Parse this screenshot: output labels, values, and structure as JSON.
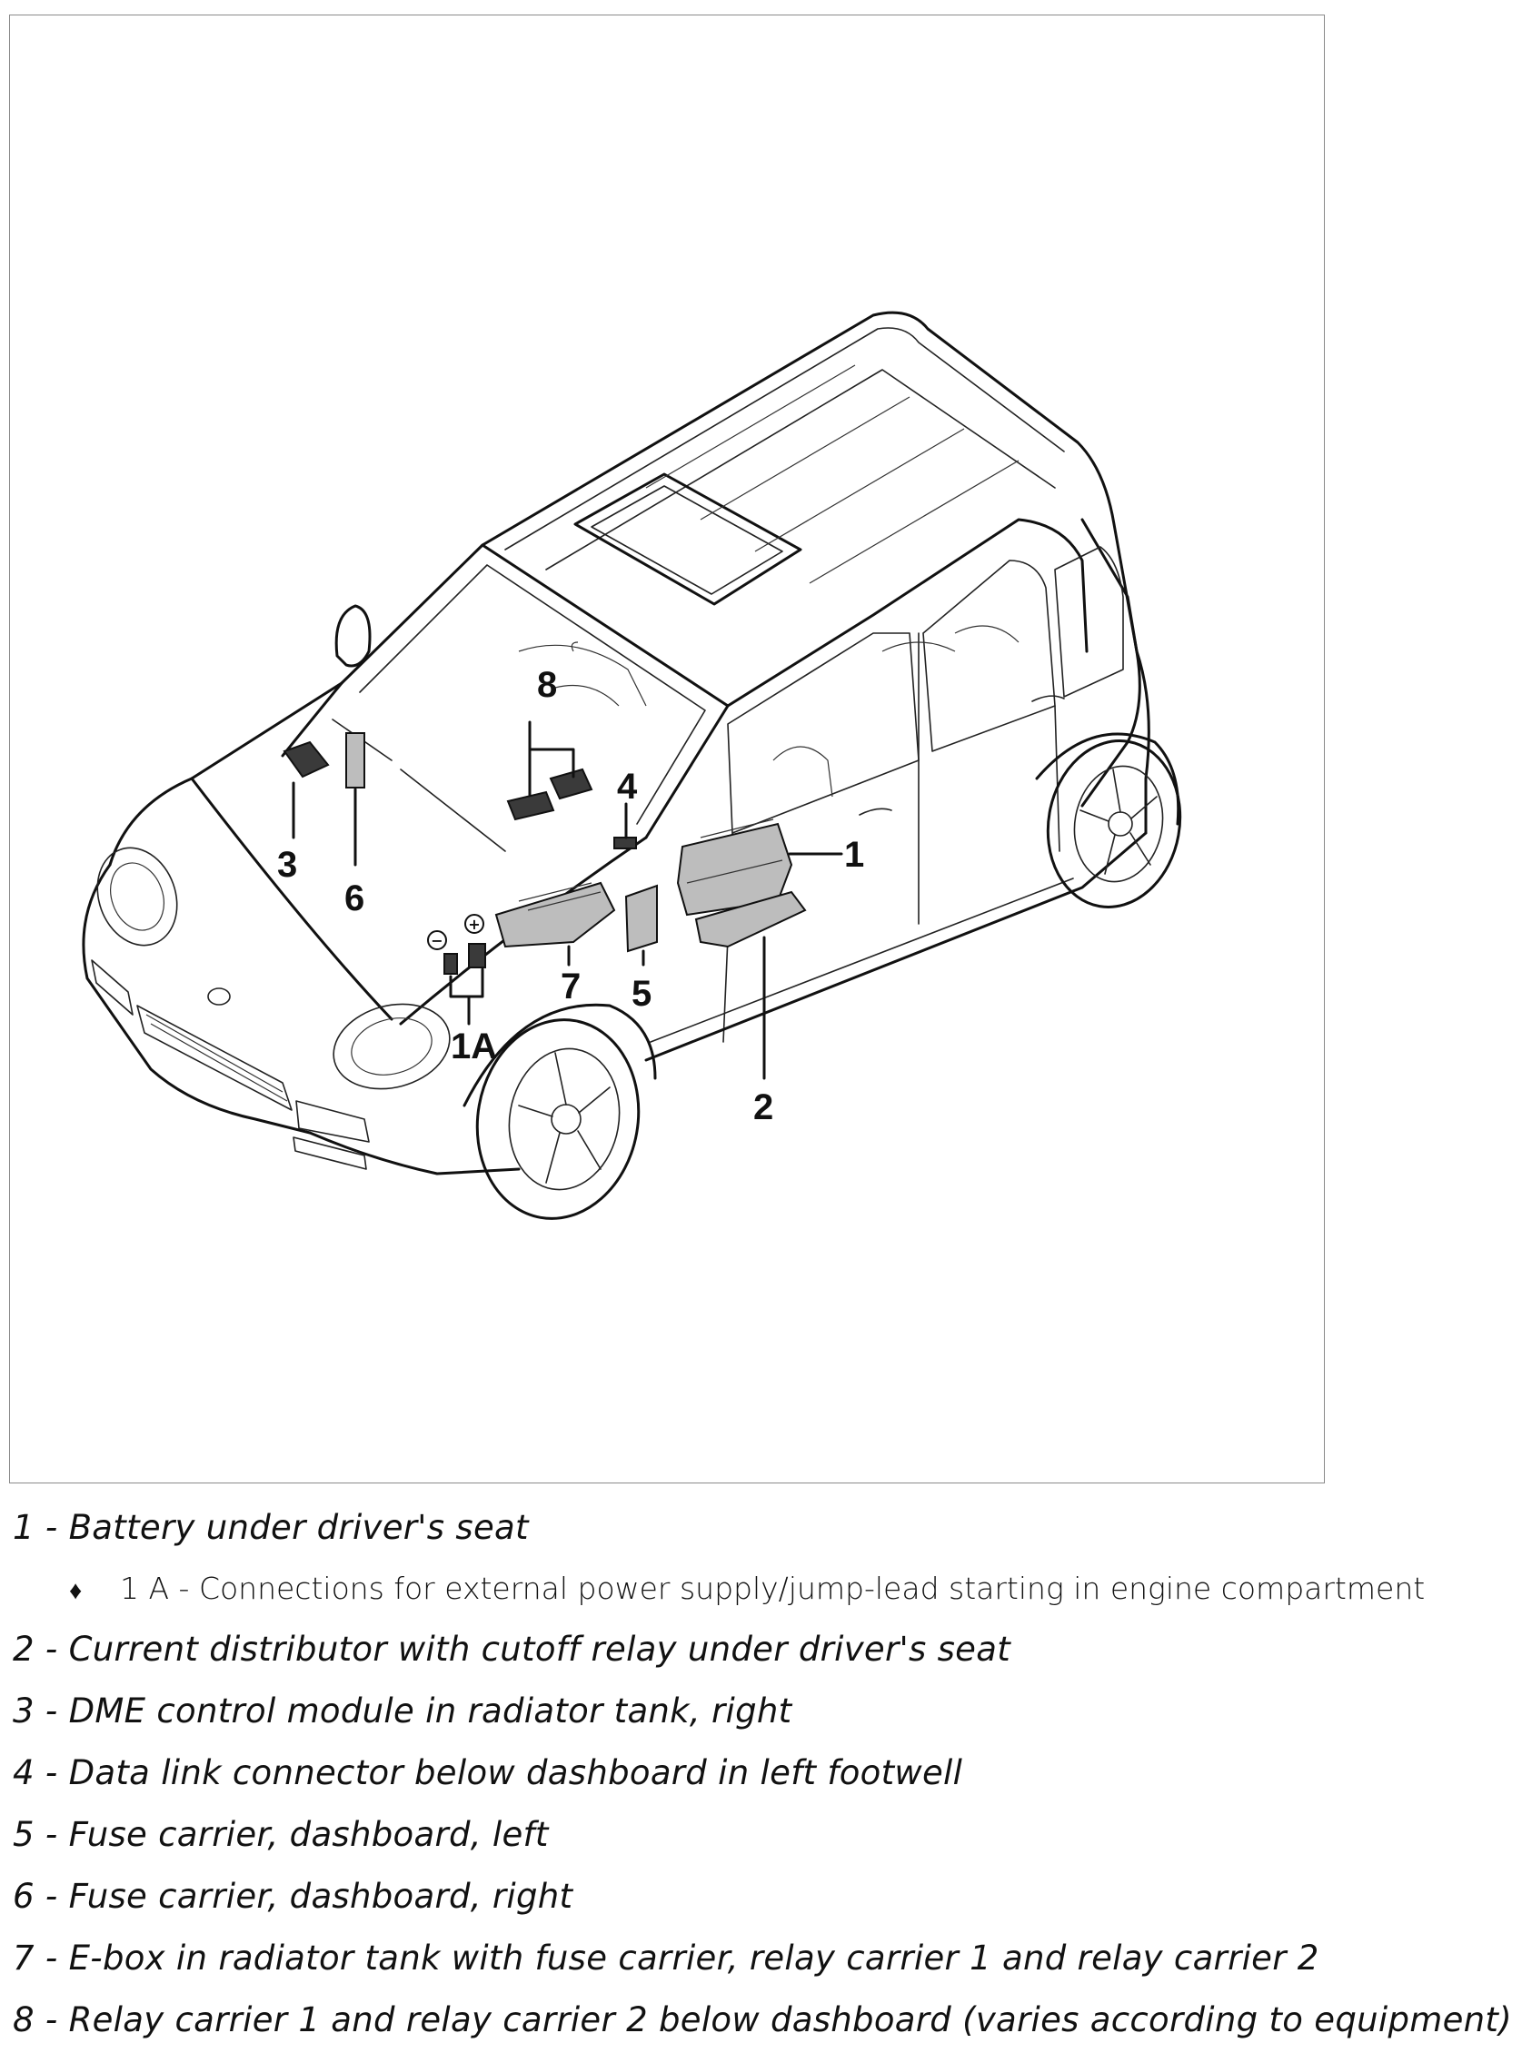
{
  "diagram": {
    "callouts": {
      "c1": "1",
      "c1a": "1A",
      "c2": "2",
      "c3": "3",
      "c4": "4",
      "c5": "5",
      "c6": "6",
      "c7": "7",
      "c8": "8",
      "minus": "−",
      "plus": "+"
    }
  },
  "legend": {
    "items": [
      {
        "text": "1 - Battery under driver's seat"
      },
      {
        "text": "2 - Current distributor with cutoff relay under driver's seat"
      },
      {
        "text": "3 - DME control module in radiator tank, right"
      },
      {
        "text": "4 - Data link connector below dashboard in left footwell"
      },
      {
        "text": "5 - Fuse carrier, dashboard, left"
      },
      {
        "text": "6 - Fuse carrier, dashboard, right"
      },
      {
        "text": "7 - E-box in radiator tank with fuse carrier, relay carrier 1 and relay carrier 2"
      },
      {
        "text": "8 - Relay carrier 1 and relay carrier 2 below dashboard (varies according to equipment)"
      }
    ],
    "sub_item": {
      "bullet": "♦",
      "text": "1 A - Connections for external power supply/jump-lead starting in engine compartment"
    }
  }
}
